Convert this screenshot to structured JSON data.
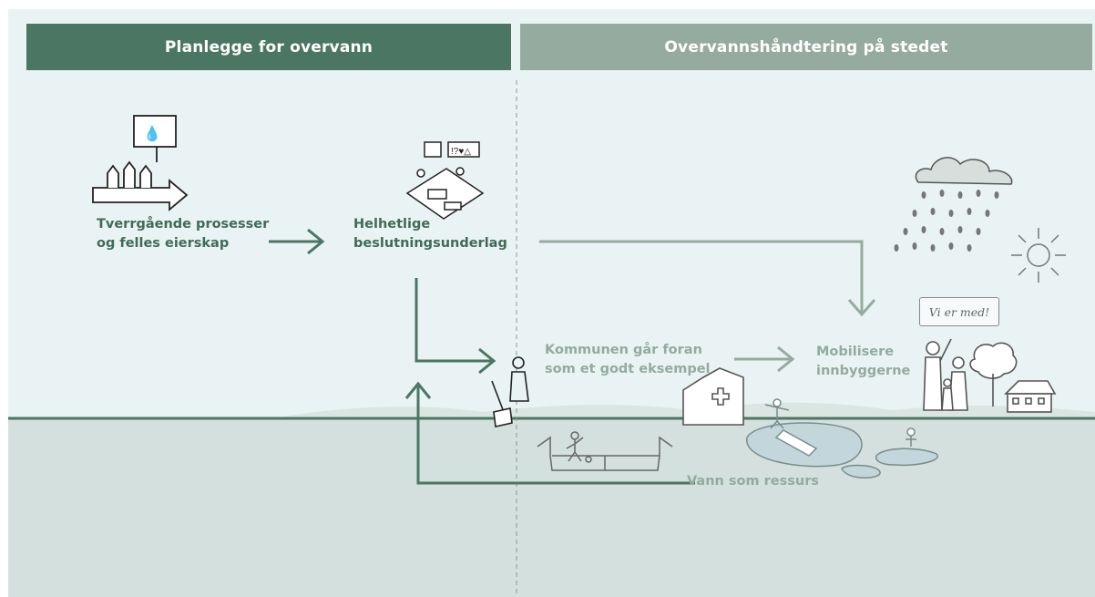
{
  "headers": {
    "left": "Planlegge for overvann",
    "right": "Overvannshåndtering på stedet"
  },
  "labels": {
    "tverrgaaende": [
      "Tverrgående prosesser",
      "og felles eierskap"
    ],
    "helhetlige": [
      "Helhetlige",
      "beslutningsunderlag"
    ],
    "kommunen": [
      "Kommunen går foran",
      "som et godt eksempel"
    ],
    "mobilisere": [
      "Mobilisere",
      "innbyggerne"
    ],
    "vann": "Vann som ressurs"
  },
  "speech_bubble": "Vi er med!",
  "colors": {
    "dark_green": "#4a7663",
    "muted_green": "#95ab9f",
    "sky": "#eaf3f3",
    "ground": "#d3e0dd"
  },
  "icons": [
    "planning-group-icon",
    "meeting-table-icon",
    "rain-cloud-icon",
    "sun-icon",
    "worker-icon",
    "building-icon",
    "playground-icon",
    "skatepark-icon",
    "people-icon",
    "tree-icon",
    "house-icon"
  ]
}
